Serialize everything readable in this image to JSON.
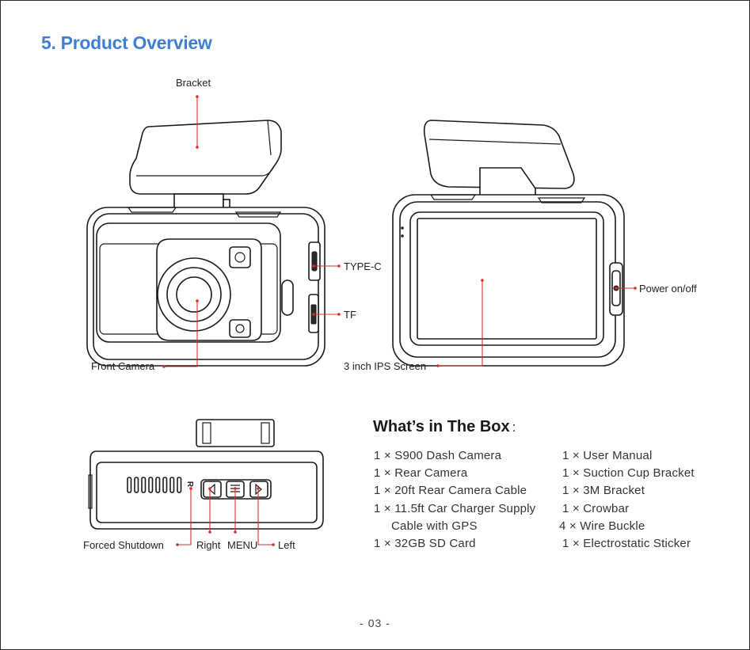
{
  "page": {
    "title": "5. Product Overview",
    "page_number": "- 03 -"
  },
  "callouts": {
    "bracket": "Bracket",
    "type_c": "TYPE-C",
    "tf": "TF",
    "front_camera": "Front Camera",
    "screen": "3 inch IPS Screen",
    "power": "Power on/off",
    "forced_shutdown": "Forced Shutdown",
    "right": "Right",
    "menu": "MENU",
    "left": "Left",
    "reset_mark": "R"
  },
  "box": {
    "title": "What’s in The Box",
    "colon": ":",
    "left_items": [
      "1 × S900 Dash Camera",
      "1 × Rear Camera",
      "1 × 20ft Rear Camera Cable",
      "1 × 11.5ft Car Charger Supply",
      "Cable with GPS",
      "1 × 32GB SD Card"
    ],
    "right_items": [
      "1 × User Manual",
      "1 × Suction Cup Bracket",
      "1 × 3M Bracket",
      "1 × Crowbar",
      "4 × Wire Buckle",
      "1 × Electrostatic Sticker"
    ]
  },
  "colors": {
    "accent": "#3f7fd3",
    "callout_line": "#d0312d"
  }
}
